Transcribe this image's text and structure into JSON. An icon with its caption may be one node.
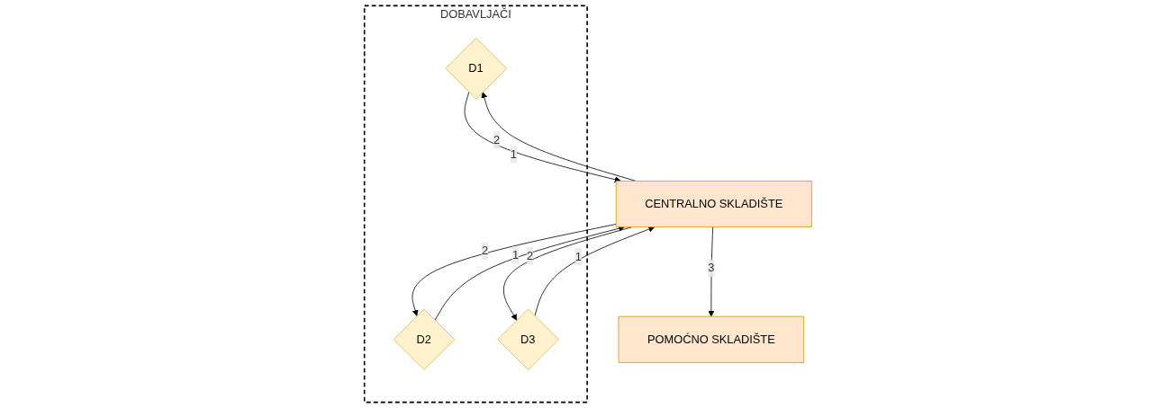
{
  "diagram": {
    "nodes": [
      {
        "text": [
          "DOBAVLJAČI"
        ]
      },
      {
        "text": [
          "D1"
        ],
        "in": 0
      },
      {
        "text": [
          "D2"
        ],
        "in": 0
      },
      {
        "text": [
          "D3"
        ],
        "in": 0
      },
      {
        "text": [
          "CENTRALNO SKLADIŠTE"
        ]
      },
      {
        "text": [
          "POMOĆNO SKLADIŠTE"
        ]
      }
    ],
    "edges": [
      {
        "from": 1,
        "to": 4,
        "arrow": "to",
        "label": "1"
      },
      {
        "from": 4,
        "to": 1,
        "arrow": "to",
        "label": "2"
      },
      {
        "from": 2,
        "to": 4,
        "arrow": "to",
        "label": "1"
      },
      {
        "from": 4,
        "to": 2,
        "arrow": "to",
        "label": "2"
      },
      {
        "from": 3,
        "to": 4,
        "arrow": "to",
        "label": "1"
      },
      {
        "from": 4,
        "to": 3,
        "arrow": "to",
        "label": "2"
      },
      {
        "from": 4,
        "to": 5,
        "arrow": "to",
        "label": "3"
      }
    ]
  }
}
